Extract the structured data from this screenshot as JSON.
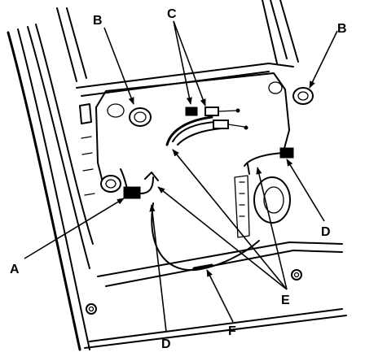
{
  "labels": {
    "A": "A",
    "B_left": "B",
    "B_right": "B",
    "C": "C",
    "D_bottom": "D",
    "D_right": "D",
    "E": "E",
    "F": "F"
  },
  "colors": {
    "ink": "#000000",
    "paper": "#ffffff"
  }
}
